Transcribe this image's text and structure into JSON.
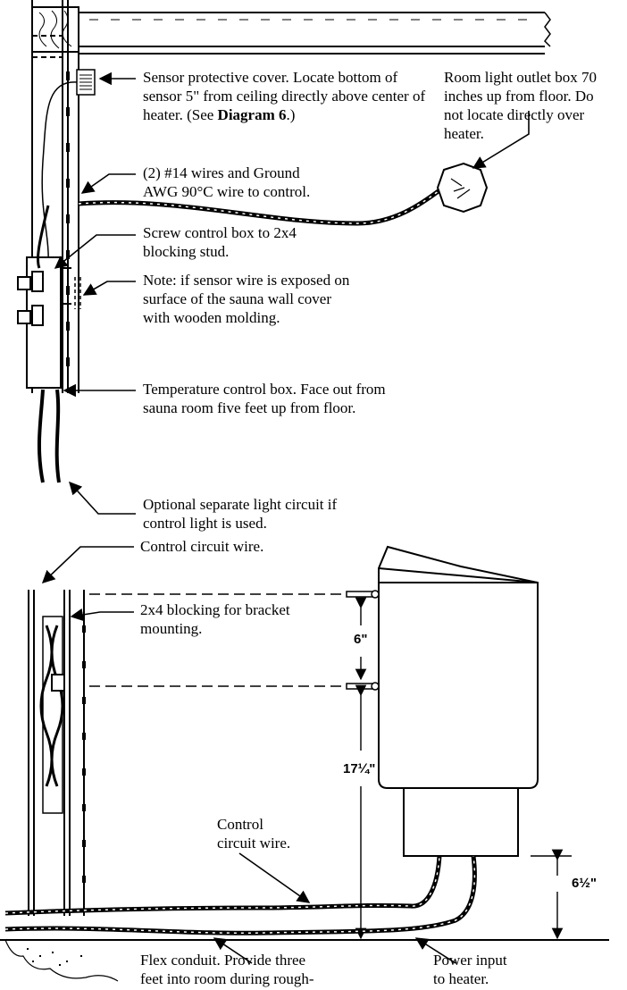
{
  "top": {
    "sensor_cover": {
      "text": "Sensor protective cover. Locate bottom of sensor 5\" from ceiling directly above center of heater. (See ",
      "ref": "Diagram 6",
      "tail": ".)"
    },
    "room_light": "Room light outlet box 70\ninches up from floor. Do\nnot locate directly over\nheater.",
    "wires": "(2) #14 wires and Ground\nAWG 90°C wire to control.",
    "screw_box": "Screw control box to 2x4\nblocking stud.",
    "note": "Note: if sensor wire is exposed on\nsurface of the sauna wall cover\nwith wooden molding.",
    "temp_box": "Temperature control box. Face out from\nsauna room five feet up from floor.",
    "optional_light": "Optional separate light circuit if\ncontrol light is used."
  },
  "bottom": {
    "control_wire_top": "Control circuit wire.",
    "blocking": "2x4 blocking for bracket\nmounting.",
    "control_wire_mid": "Control\ncircuit wire.",
    "flex_conduit": "Flex conduit. Provide three\nfeet into room during rough-",
    "power_input": "Power input\nto heater.",
    "dim_6": "6\"",
    "dim_17": "17¼\"",
    "dim_6half": "6½\""
  }
}
